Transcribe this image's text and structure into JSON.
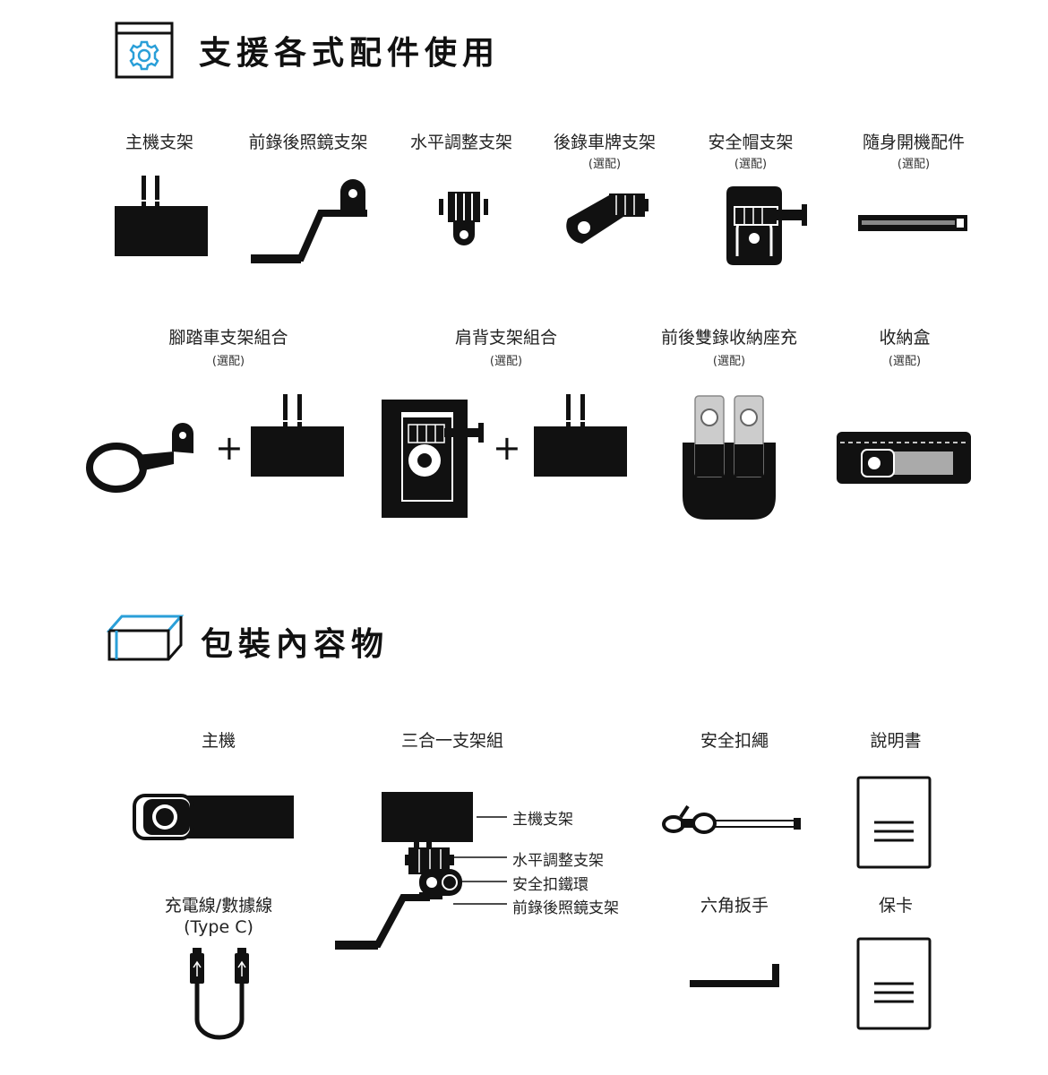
{
  "accessories": {
    "title": "支援各式配件使用",
    "row1": [
      {
        "label": "主機支架",
        "optional": ""
      },
      {
        "label": "前錄後照鏡支架",
        "optional": ""
      },
      {
        "label": "水平調整支架",
        "optional": ""
      },
      {
        "label": "後錄車牌支架",
        "optional": "(選配)"
      },
      {
        "label": "安全帽支架",
        "optional": "(選配)"
      },
      {
        "label": "隨身開機配件",
        "optional": "(選配)"
      }
    ],
    "row2": [
      {
        "label": "腳踏車支架組合",
        "optional": "(選配)"
      },
      {
        "label": "肩背支架組合",
        "optional": "(選配)"
      },
      {
        "label": "前後雙錄收納座充",
        "optional": "(選配)"
      },
      {
        "label": "收納盒",
        "optional": "(選配)"
      }
    ],
    "plus": "+"
  },
  "package": {
    "title": "包裝內容物",
    "items": {
      "main_unit": "主機",
      "mount_set": "三合一支架組",
      "safety_rope": "安全扣繩",
      "manual": "說明書",
      "cable_line1": "充電線/數據線",
      "cable_line2": "(Type C)",
      "hex_wrench": "六角扳手",
      "warranty": "保卡"
    },
    "callouts": [
      "主機支架",
      "水平調整支架",
      "安全扣鐵環",
      "前錄後照鏡支架"
    ]
  },
  "colors": {
    "accent": "#2a9fd8",
    "ink": "#111111"
  }
}
